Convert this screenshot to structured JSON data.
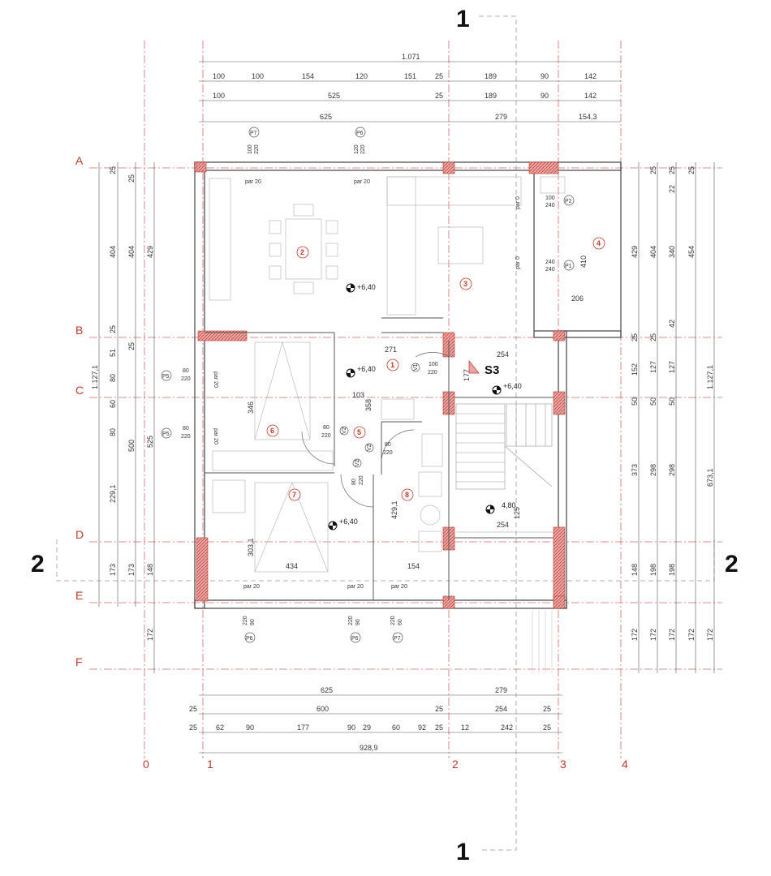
{
  "sections": {
    "top": "1",
    "bottom": "1",
    "left": "2",
    "right": "2",
    "stair": "S3"
  },
  "axes": {
    "rows": [
      "A",
      "B",
      "C",
      "D",
      "E",
      "F"
    ],
    "cols": [
      "0",
      "1",
      "2",
      "3",
      "4"
    ]
  },
  "dims_top": {
    "total": "1.071",
    "row1": [
      "100",
      "100",
      "154",
      "120",
      "151",
      "25",
      "189",
      "90",
      "142"
    ],
    "row2": [
      "100",
      "525",
      "25",
      "189",
      "90",
      "142"
    ],
    "row3": [
      "625",
      "279",
      "154,3"
    ]
  },
  "dims_bottom": {
    "row1": [
      "625",
      "279"
    ],
    "row2": [
      "25",
      "600",
      "25",
      "254",
      "25"
    ],
    "row3": [
      "25",
      "62",
      "90",
      "177",
      "90",
      "29",
      "60",
      "92",
      "25",
      "12",
      "242",
      "25"
    ],
    "total": "928,9"
  },
  "dims_left": {
    "outer": [
      "1.127,1"
    ],
    "col1": [
      "25",
      "404",
      "25",
      "51",
      "80",
      "60",
      "80",
      "229,1",
      "173"
    ],
    "col2": [
      "25",
      "404",
      "25",
      "500",
      "173"
    ],
    "col3": [
      "429",
      "525",
      "148",
      "172"
    ]
  },
  "dims_right": {
    "outer": [
      "1.127,1",
      "673,1"
    ],
    "col1": [
      "429",
      "25",
      "152",
      "50",
      "373",
      "148",
      "172"
    ],
    "col2": [
      "25",
      "404",
      "25",
      "127",
      "50",
      "298",
      "198",
      "172"
    ],
    "col3": [
      "25",
      "22",
      "340",
      "42",
      "127",
      "50",
      "298",
      "198",
      "172"
    ],
    "col4": [
      "25",
      "454",
      "172"
    ]
  },
  "rooms": [
    "1",
    "2",
    "3",
    "4",
    "5",
    "6",
    "7",
    "8"
  ],
  "levels": [
    "+6,40",
    "+6,40",
    "+6,40",
    "+6,40",
    "4,80"
  ],
  "interior_dims": [
    "271",
    "254",
    "103",
    "358",
    "346",
    "434",
    "303,1",
    "154",
    "429,1",
    "254",
    "206",
    "410",
    "177",
    "125"
  ],
  "window_tags": [
    "P7",
    "P6",
    "P2",
    "P1",
    "P5",
    "P5",
    "P6",
    "P6",
    "P7"
  ],
  "window_sizes": [
    "100",
    "220",
    "120",
    "220",
    "100",
    "240",
    "240",
    "240",
    "80",
    "220",
    "80",
    "220",
    "90",
    "220",
    "90",
    "220",
    "60",
    "220"
  ],
  "sill_notes": [
    "par 20",
    "par 20",
    "par 0",
    "par 0",
    "par 20",
    "par 20",
    "par 20",
    "par 20",
    "par 20"
  ],
  "door_tags": [
    "V1",
    "V2",
    "V2",
    "V2"
  ],
  "door_sizes": [
    "100",
    "220",
    "80",
    "220",
    "80",
    "220",
    "80",
    "220"
  ]
}
